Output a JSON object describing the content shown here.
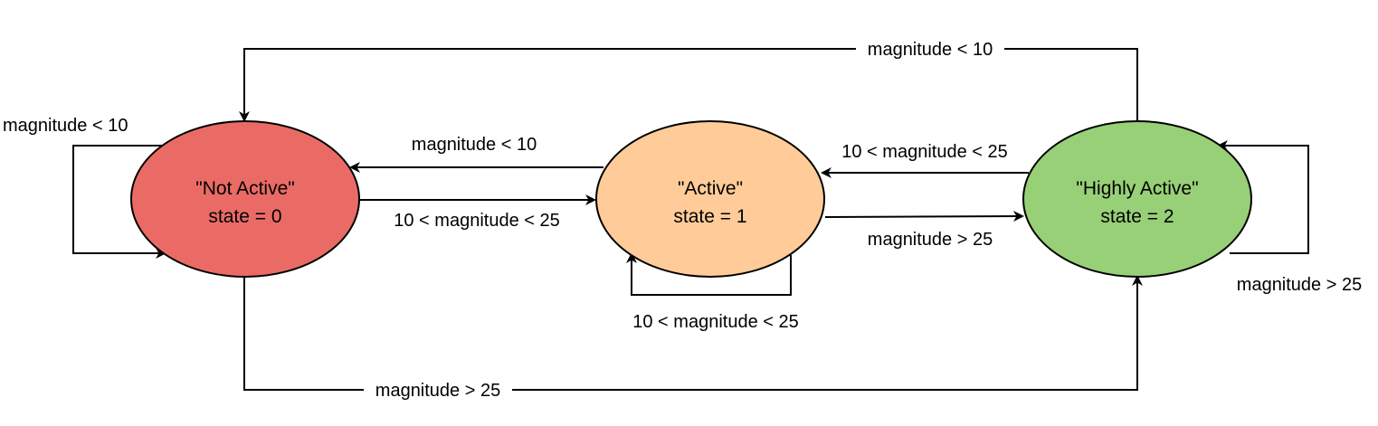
{
  "nodes": {
    "not_active": {
      "title": "\"Not Active\"",
      "state": "state = 0",
      "color": "#ea6b66"
    },
    "active": {
      "title": "\"Active\"",
      "state": "state = 1",
      "color": "#ffcc99"
    },
    "highly_active": {
      "title": "\"Highly Active\"",
      "state": "state = 2",
      "color": "#97d077"
    }
  },
  "edges": {
    "highly_to_not_top": "magnitude < 10",
    "not_self_loop": "magnitude < 10",
    "active_to_not": "magnitude < 10",
    "not_to_active": "10 < magnitude < 25",
    "highly_to_active": "10 < magnitude < 25",
    "active_to_highly": "magnitude > 25",
    "active_self_loop": "10 < magnitude < 25",
    "highly_self_loop": "magnitude > 25",
    "not_to_highly_bottom": "magnitude > 25"
  }
}
